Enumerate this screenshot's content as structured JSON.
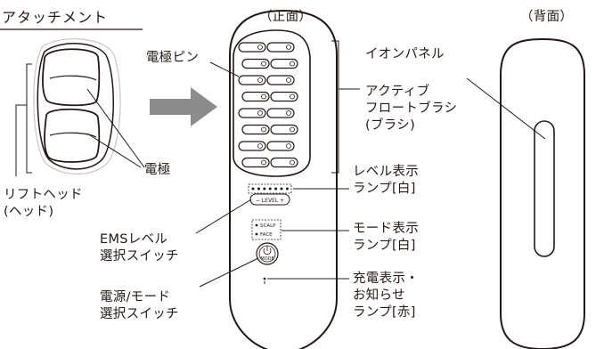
{
  "title": "アタッチメント",
  "views": {
    "front": "（正面）",
    "back": "（背面）"
  },
  "labels": {
    "pin": "電極ピン",
    "electrode": "電極",
    "head": "リフトヘッド\n(ヘッド)",
    "ion_panel": "イオンパネル",
    "brush": "アクティブ\nフロートブラシ\n(ブラシ)",
    "level_lamp": "レベル表示\nランプ[白]",
    "mode_lamp": "モード表示\nランプ[白]",
    "charge_lamp": "充電表示・\nお知らせ\nランプ[赤]",
    "ems_switch": "EMSレベル\n選択スイッチ",
    "power_switch": "電源/モード\n選択スイッチ"
  },
  "device_marks": {
    "level_text": "− LEVEL +",
    "scalp": "SCALP",
    "face": "FACE",
    "mode": "MODE"
  },
  "colors": {
    "ink": "#231815",
    "arrow": "#8c8c8c",
    "outline": "#231815",
    "pale": "#c8c8c8"
  }
}
